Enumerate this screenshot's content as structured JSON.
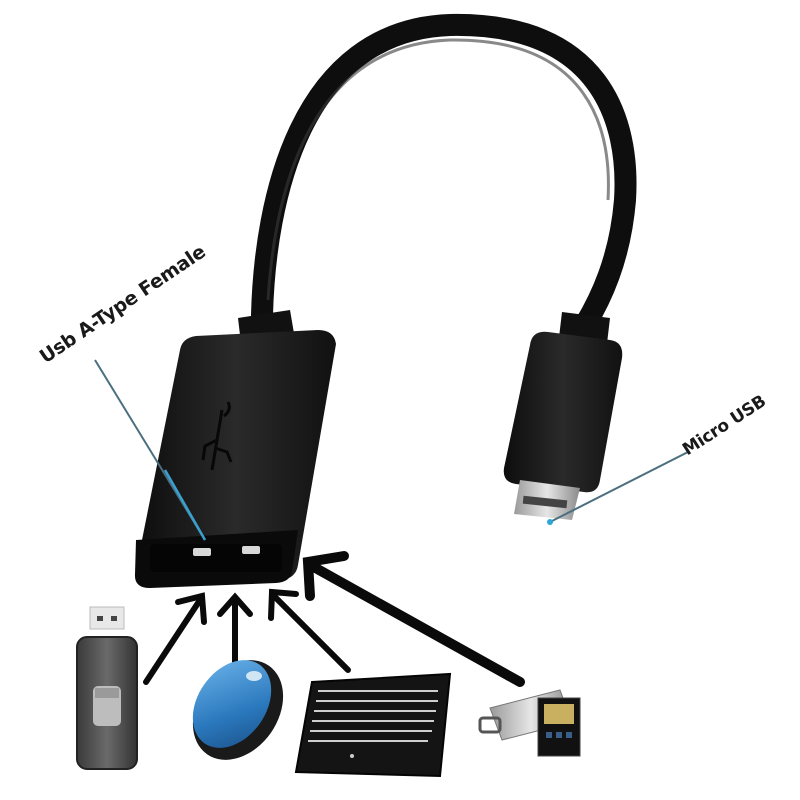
{
  "image": {
    "description": "USB OTG adapter cable product photo",
    "labels": {
      "usb_a_female": "Usb A-Type Female",
      "micro_usb": "Micro USB"
    },
    "devices": [
      "usb-flash-drive",
      "mouse",
      "keyboard",
      "card-reader"
    ],
    "colors": {
      "cable": "#111111",
      "connector": "#1c1c1c",
      "callout_line": "#3a8fb0",
      "mouse_blue": "#2f7fc4",
      "background": "#ffffff"
    }
  }
}
